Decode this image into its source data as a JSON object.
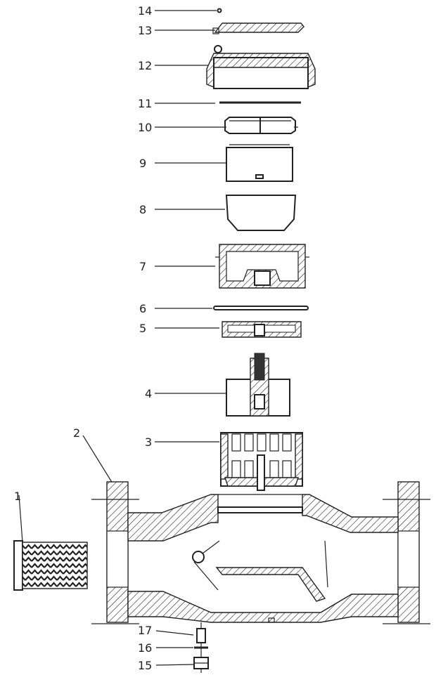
{
  "diagram": {
    "parts": [
      {
        "id": "p14",
        "number": "14"
      },
      {
        "id": "p13",
        "number": "13"
      },
      {
        "id": "p12",
        "number": "12"
      },
      {
        "id": "p11",
        "number": "11"
      },
      {
        "id": "p10",
        "number": "10"
      },
      {
        "id": "p9",
        "number": "9"
      },
      {
        "id": "p8",
        "number": "8"
      },
      {
        "id": "p7",
        "number": "7"
      },
      {
        "id": "p6",
        "number": "6"
      },
      {
        "id": "p5",
        "number": "5"
      },
      {
        "id": "p4",
        "number": "4"
      },
      {
        "id": "p3",
        "number": "3"
      },
      {
        "id": "p2",
        "number": "2"
      },
      {
        "id": "p1",
        "number": "1"
      },
      {
        "id": "p17",
        "number": "17"
      },
      {
        "id": "p16",
        "number": "16"
      },
      {
        "id": "p15",
        "number": "15"
      }
    ],
    "colors": {
      "line": "#222222",
      "background": "#ffffff"
    }
  }
}
